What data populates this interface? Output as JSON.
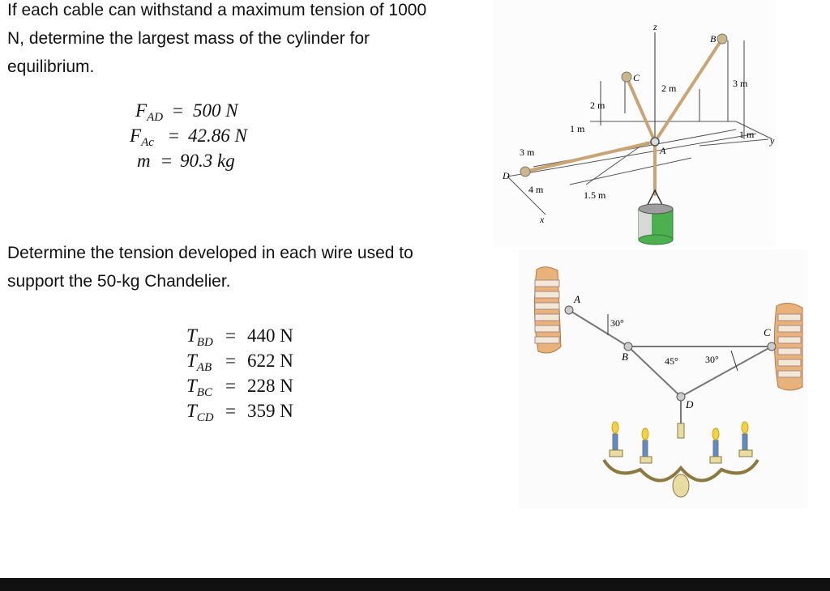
{
  "problem1": {
    "text_line1": "If each cable can withstand a maximum tension of 1000",
    "text_line2": "N, determine the largest mass of the cylinder for",
    "text_line3": "equilibrium.",
    "answers": [
      {
        "var": "F",
        "sub": "AD",
        "value": "500 N"
      },
      {
        "var": "F",
        "sub": "Ac",
        "value": "42.86 N"
      },
      {
        "var": "m",
        "sub": "",
        "value": "90.3 kg"
      }
    ]
  },
  "problem2": {
    "text_line1": "Determine the tension developed in each wire used to",
    "text_line2": "support the 50-kg Chandelier.",
    "answers": [
      {
        "var": "T",
        "sub": "BD",
        "value": "440 N"
      },
      {
        "var": "T",
        "sub": "AB",
        "value": "622 N"
      },
      {
        "var": "T",
        "sub": "BC",
        "value": "228 N"
      },
      {
        "var": "T",
        "sub": "CD",
        "value": "359 N"
      }
    ]
  },
  "figure1": {
    "labels": {
      "z": "z",
      "y": "y",
      "x": "x",
      "A": "A",
      "B": "B",
      "C": "C",
      "D": "D"
    },
    "dims": {
      "d2m_a": "2 m",
      "d2m_b": "2 m",
      "d3m_a": "3 m",
      "d3m_b": "3 m",
      "d1m_a": "1 m",
      "d1m_b": "1 m",
      "d4m": "4 m",
      "d15m": "1.5 m"
    }
  },
  "figure2": {
    "labels": {
      "A": "A",
      "B": "B",
      "C": "C",
      "D": "D"
    },
    "angles": {
      "a30_top": "30°",
      "a45": "45°",
      "a30_right": "30°"
    }
  },
  "colors": {
    "cable": "#c8a575",
    "cylinder": "#4caf50",
    "wall": "#e8b27a",
    "ring": "#8a8a8a"
  }
}
